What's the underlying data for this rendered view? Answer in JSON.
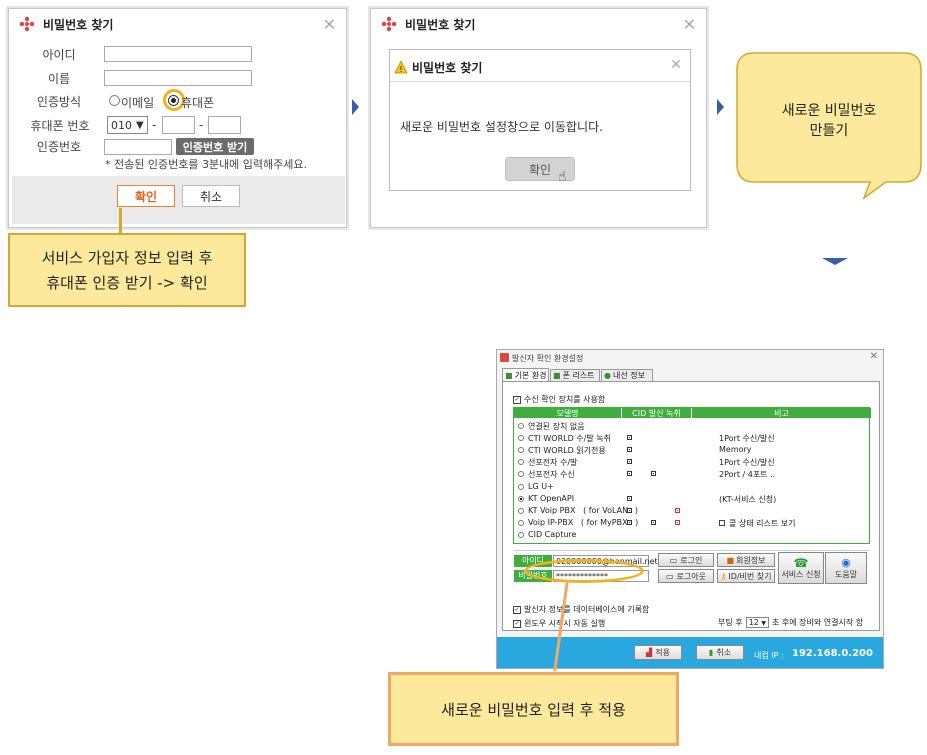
{
  "dialog1": {
    "title": "비밀번호 찾기",
    "id_label": "아이디",
    "name_label": "이름",
    "auth_label": "인증방식",
    "auth_email": "이메일",
    "auth_phone": "휴대폰",
    "phone_label": "휴대폰 번호",
    "phone_prefix": "010",
    "dash": "-",
    "code_label": "인증번호",
    "get_code_button": "인증번호 받기",
    "note": "* 전송된 인증번호를 3분내에 입력해주세요.",
    "confirm_button": "확인",
    "cancel_button": "취소"
  },
  "dialog2": {
    "outer_title": "비밀번호 찾기",
    "inner_title": "비밀번호 찾기",
    "message": "새로운 비밀번호 설정창으로 이동합니다.",
    "confirm_button": "확인"
  },
  "bubble": {
    "line1": "새로운 비밀번호",
    "line2": "만들기"
  },
  "callout1": {
    "line1": "서비스 가입자 정보 입력 후",
    "line2": "휴대폰 인증 받기 -> 확인"
  },
  "callout2": {
    "text": "새로운 비밀번호 입력 후 적용"
  },
  "settings": {
    "title": "발신자 확인 환경설정",
    "tabs": [
      "기본 환경",
      "폰 리스트",
      "내선 정보"
    ],
    "use_device": "수신 확인 장치를 사용함",
    "columns": [
      "모델명",
      "CID 발신 녹취",
      "비고"
    ],
    "models": [
      {
        "name": "연결된 장치 없음",
        "note": ""
      },
      {
        "name": "CTI WORLD 수/발 녹취",
        "note": "1Port 수신/발신"
      },
      {
        "name": "CTI WORLD 읽기전용",
        "note": "Memory"
      },
      {
        "name": "선포전자 수/발",
        "note": "1Port 수신/발신"
      },
      {
        "name": "선포전자 수신",
        "note": "2Port / 4포트 .."
      },
      {
        "name": "LG U+",
        "note": ""
      },
      {
        "name": "KT OpenAPI",
        "note": "(KT-서비스 신청)"
      },
      {
        "name": "KT Voip PBX   ( for VoLANs )",
        "note": ""
      },
      {
        "name": "Voip IP-PBX   ( for MyPBX   )",
        "note": "콜 상태 리스트 보기"
      },
      {
        "name": "CID Capture",
        "note": ""
      }
    ],
    "id_label": "아이디",
    "id_value": "020000000@hanmail.net",
    "pw_label": "비밀번호",
    "pw_value": "*************",
    "login_button": "로그인",
    "logout_button": "로그아웃",
    "member_button": "회원정보",
    "find_button": "ID/비번 찾기",
    "service_button": "서비스 신청",
    "help_button": "도움말",
    "log_db": "발신자 정보를 데이터베이스에 기록함",
    "auto_start": "윈도우 시작시 자동 실행",
    "boot_label": "부팅 후",
    "boot_value": "12",
    "boot_suffix": "초 후에 장비와 연결시작 함",
    "apply_button": "적용",
    "cancel_button": "취소",
    "ip_label": "내컴 IP :",
    "ip_value": "192.168.0.200"
  }
}
